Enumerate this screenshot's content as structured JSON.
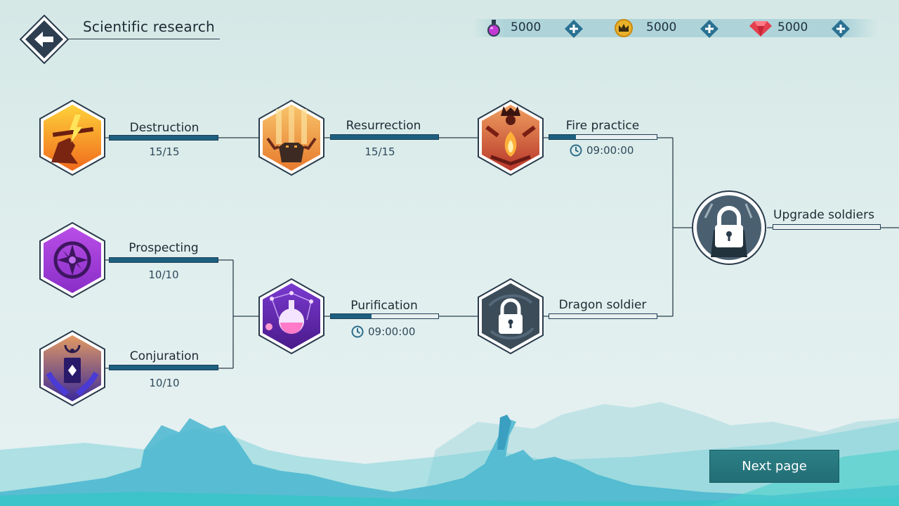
{
  "header": {
    "title": "Scientific research",
    "back_icon": "arrow-left-icon"
  },
  "resources": [
    {
      "name": "potion",
      "icon": "potion-icon",
      "value": "5000",
      "color": "#c23ad4"
    },
    {
      "name": "crown",
      "icon": "crown-icon",
      "value": "5000",
      "color": "#e0a21a"
    },
    {
      "name": "gem",
      "icon": "gem-icon",
      "value": "5000",
      "color": "#e4404f"
    }
  ],
  "nodes": {
    "destruction": {
      "label": "Destruction",
      "sub": "15/15",
      "progress": 1.0
    },
    "resurrection": {
      "label": "Resurrection",
      "sub": "15/15",
      "progress": 1.0
    },
    "fire_practice": {
      "label": "Fire practice",
      "timer": "09:00:00",
      "progress": 0.25
    },
    "upgrade_soldiers": {
      "label": "Upgrade soldiers",
      "progress": 0.0,
      "locked": true
    },
    "prospecting": {
      "label": "Prospecting",
      "sub": "10/10",
      "progress": 1.0
    },
    "conjuration": {
      "label": "Conjuration",
      "sub": "10/10",
      "progress": 1.0
    },
    "purification": {
      "label": "Purification",
      "timer": "09:00:00",
      "progress": 0.38
    },
    "dragon_soldier": {
      "label": "Dragon soldier",
      "progress": 0.0,
      "locked": true
    }
  },
  "footer": {
    "next_label": "Next page"
  },
  "colors": {
    "accent": "#1d5f80",
    "button": "#2a7a82",
    "background": "#dcecea"
  }
}
